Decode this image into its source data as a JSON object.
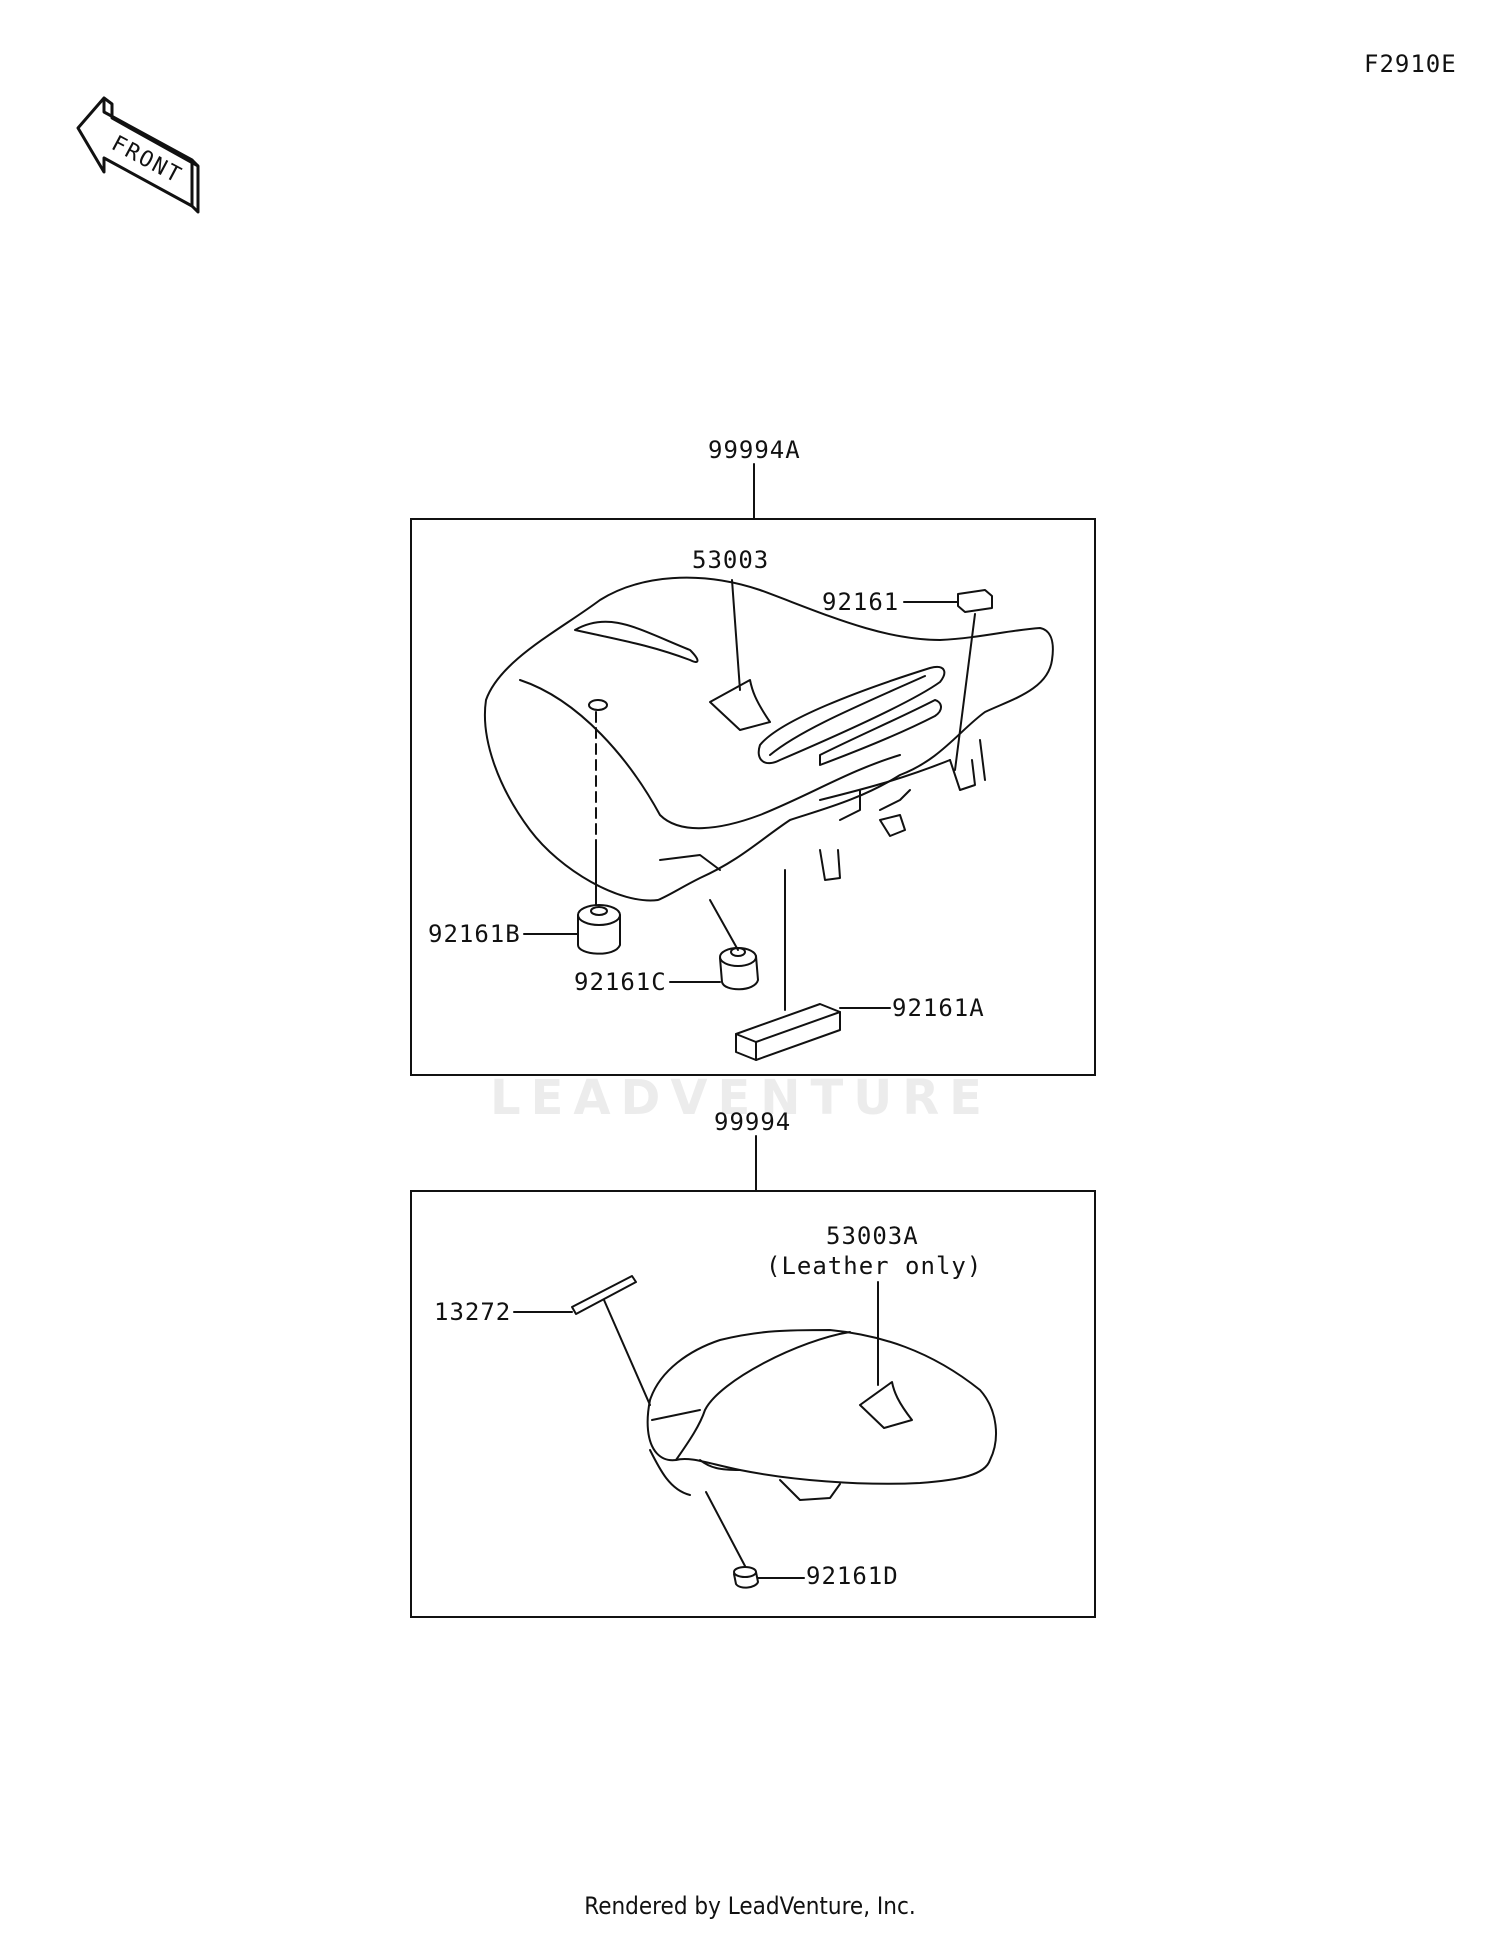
{
  "diagram": {
    "code": "F2910E",
    "front_label": "FRONT",
    "watermark": "LEADVENTURE",
    "footer": "Rendered by LeadVenture, Inc."
  },
  "groups": [
    {
      "label": "99994A",
      "parts": [
        "53003",
        "92161",
        "92161B",
        "92161C",
        "92161A"
      ]
    },
    {
      "label": "99994",
      "parts": [
        "53003A",
        "13272",
        "92161D"
      ],
      "note": "(Leather only)"
    }
  ]
}
